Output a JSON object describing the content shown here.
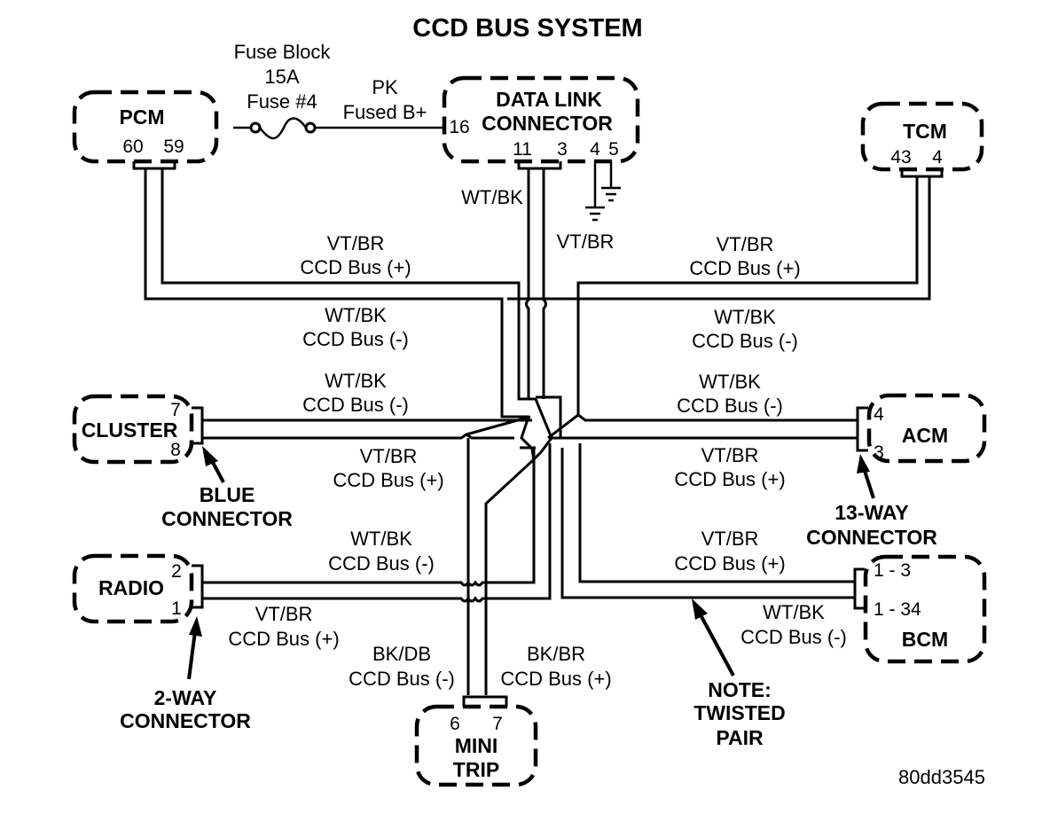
{
  "title": "CCD BUS SYSTEM",
  "figure_id": "80dd3545",
  "fuse": {
    "label_line1": "Fuse Block",
    "label_line2": "15A",
    "label_line3": "Fuse #4",
    "wire_color": "PK",
    "wire_desc": "Fused B+"
  },
  "modules": {
    "pcm": {
      "name": "PCM",
      "pins": [
        "60",
        "59"
      ]
    },
    "dlc": {
      "name_line1": "DATA LINK",
      "name_line2": "CONNECTOR",
      "pin_power": "16",
      "pins": [
        "11",
        "3",
        "4",
        "5"
      ]
    },
    "tcm": {
      "name": "TCM",
      "pins": [
        "43",
        "4"
      ]
    },
    "cluster": {
      "name": "CLUSTER",
      "pins": [
        "7",
        "8"
      ]
    },
    "acm": {
      "name": "ACM",
      "pins": [
        "4",
        "3"
      ]
    },
    "radio": {
      "name": "RADIO",
      "pins": [
        "2",
        "1"
      ]
    },
    "bcm": {
      "name": "BCM",
      "pins": [
        "1 - 3",
        "1 - 34"
      ]
    },
    "minitrip": {
      "name_line1": "MINI",
      "name_line2": "TRIP",
      "pins": [
        "6",
        "7"
      ]
    }
  },
  "wire_labels": {
    "dlc_wtbk": "WT/BK",
    "dlc_vtbr": "VT/BR",
    "pcm_pos": {
      "color": "VT/BR",
      "desc": "CCD Bus (+)"
    },
    "pcm_neg": {
      "color": "WT/BK",
      "desc": "CCD Bus (-)"
    },
    "tcm_pos": {
      "color": "VT/BR",
      "desc": "CCD Bus (+)"
    },
    "tcm_neg": {
      "color": "WT/BK",
      "desc": "CCD Bus (-)"
    },
    "cluster_neg": {
      "color": "WT/BK",
      "desc": "CCD Bus (-)"
    },
    "cluster_pos": {
      "color": "VT/BR",
      "desc": "CCD Bus (+)"
    },
    "acm_neg": {
      "color": "WT/BK",
      "desc": "CCD Bus (-)"
    },
    "acm_pos": {
      "color": "VT/BR",
      "desc": "CCD Bus (+)"
    },
    "radio_neg": {
      "color": "WT/BK",
      "desc": "CCD Bus (-)"
    },
    "radio_pos": {
      "color": "VT/BR",
      "desc": "CCD Bus (+)"
    },
    "bcm_pos": {
      "color": "VT/BR",
      "desc": "CCD Bus (+)"
    },
    "bcm_neg": {
      "color": "WT/BK",
      "desc": "CCD Bus (-)"
    },
    "minitrip_neg": {
      "color": "BK/DB",
      "desc": "CCD Bus (-)"
    },
    "minitrip_pos": {
      "color": "BK/BR",
      "desc": "CCD Bus (+)"
    }
  },
  "callouts": {
    "blue_connector": {
      "line1": "BLUE",
      "line2": "CONNECTOR"
    },
    "two_way": {
      "line1": "2-WAY",
      "line2": "CONNECTOR"
    },
    "thirteen_way": {
      "line1": "13-WAY",
      "line2": "CONNECTOR"
    },
    "twisted_pair": {
      "line1": "NOTE:",
      "line2": "TWISTED",
      "line3": "PAIR"
    }
  }
}
